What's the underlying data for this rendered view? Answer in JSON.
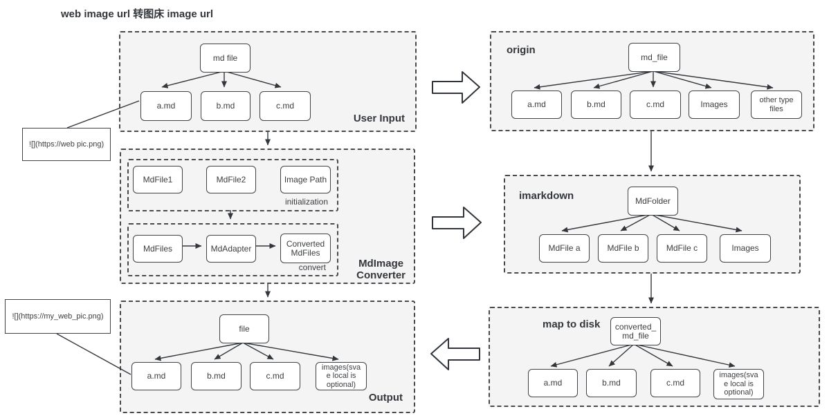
{
  "title": "web image url 转图床 image url",
  "annotations": {
    "web_pic": "![](https://web pic.png)",
    "my_web_pic": "![](https://my_web_pic.png)"
  },
  "left": {
    "user_input": {
      "label": "User Input",
      "root": "md file",
      "children": [
        "a.md",
        "b.md",
        "c.md"
      ]
    },
    "converter": {
      "label": "MdImage\nConverter",
      "initialization": {
        "label": "initialization",
        "nodes": [
          "MdFile1",
          "MdFile2",
          "Image Path"
        ]
      },
      "convert": {
        "label": "convert",
        "nodes": [
          "MdFiles",
          "MdAdapter",
          "Converted\nMdFiles"
        ]
      }
    },
    "output": {
      "label": "Output",
      "root": "file",
      "children": [
        "a.md",
        "b.md",
        "c.md",
        "images(sva\ne local is\noptional)"
      ]
    }
  },
  "right": {
    "origin": {
      "label": "origin",
      "root": "md_file",
      "children": [
        "a.md",
        "b.md",
        "c.md",
        "Images",
        "other type\nfiles"
      ]
    },
    "imarkdown": {
      "label": "imarkdown",
      "root": "MdFolder",
      "children": [
        "MdFile a",
        "MdFile b",
        "MdFile c",
        "Images"
      ]
    },
    "map_to_disk": {
      "label": "map to disk",
      "root": "converted_\nmd_file",
      "children": [
        "a.md",
        "b.md",
        "c.md",
        "images(sva\ne local is\noptional)"
      ]
    }
  },
  "colors": {
    "group_fill": "#f4f4f5",
    "group_border": "#46494d",
    "node_border": "#3f4347",
    "line": "#33373b",
    "text": "#3a3d40"
  }
}
